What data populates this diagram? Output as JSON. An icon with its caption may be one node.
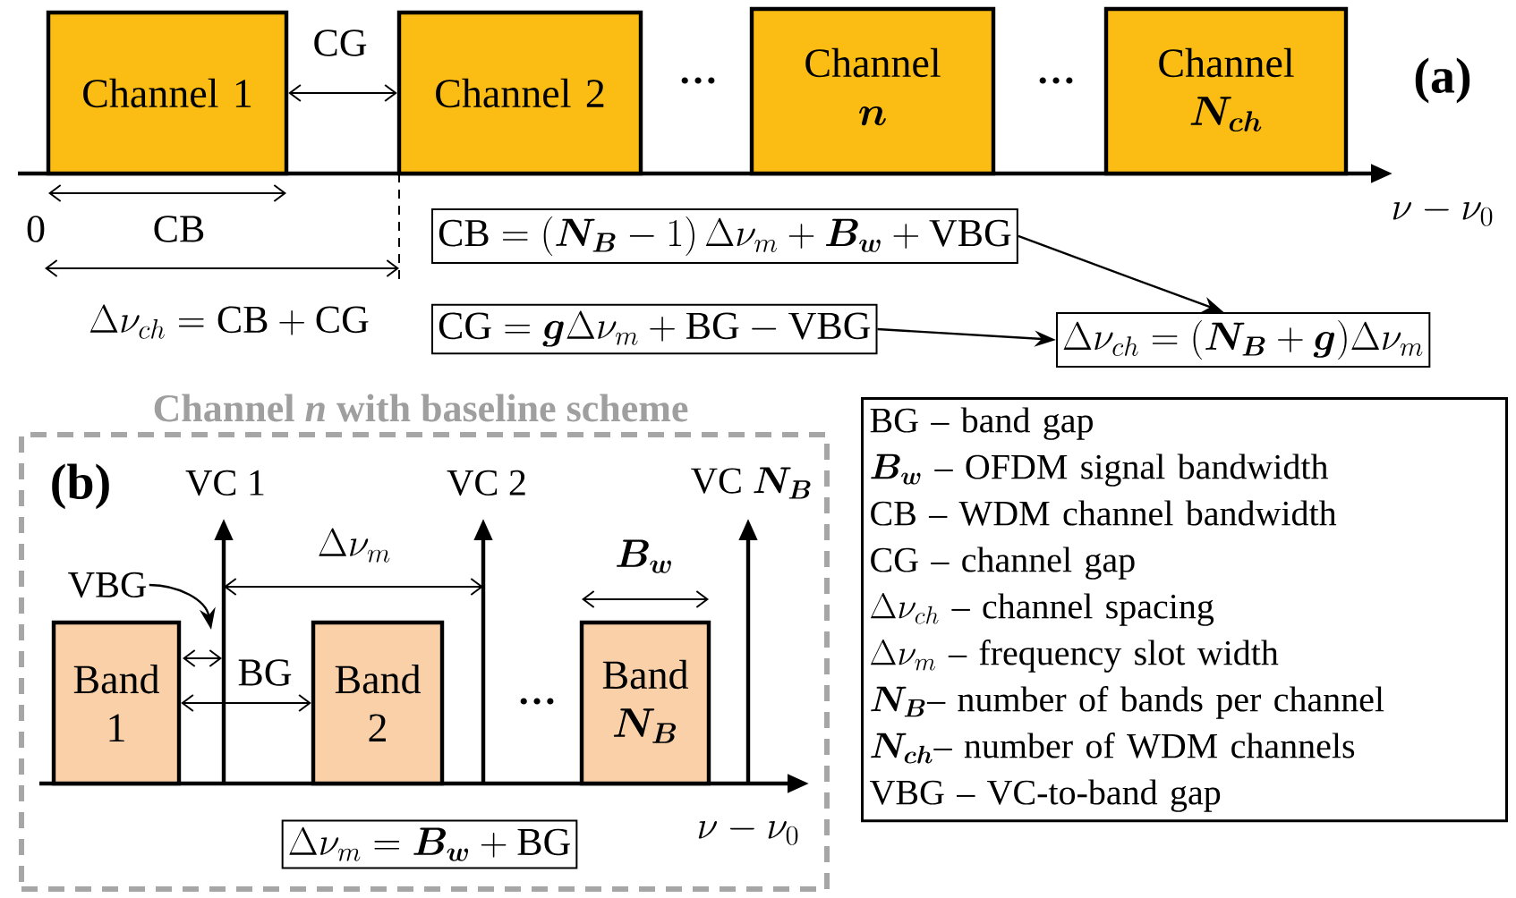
{
  "diagram": {
    "nodes": [
      {
        "text": [
          "Channel 1"
        ]
      },
      {
        "text": [
          "Channel 2"
        ]
      },
      {
        "text": [
          "\\begin{array}{c}\\text{Channel}\\\\ \\boldsymbol{n}\\end{array}"
        ]
      },
      {
        "text": [
          "\\begin{array}{c}\\text{Channel}\\\\ \\boldsymbol{N_{ch}}\\end{array}"
        ]
      },
      {
        "text": [
          "\\mathrm{CB}=\\left(\\boldsymbol{N_B}-1\\right)\\Delta\\nu_m+\\boldsymbol{B_w}+\\mathrm{VBG}"
        ]
      },
      {
        "text": [
          "\\mathrm{CG}=\\boldsymbol{g}\\Delta\\nu_m+\\mathrm{BG}-\\mathrm{VBG}"
        ]
      },
      {
        "text": [
          "\\Delta\\nu_{ch}=(\\boldsymbol{N_B}+\\boldsymbol{g})\\Delta\\nu_m"
        ]
      },
      {
        "text": [
          "Channel *n* with baseline scheme"
        ]
      },
      {
        "text": [
          "Band 1"
        ],
        "in": 7
      },
      {
        "text": [
          "Band 2"
        ],
        "in": 7
      },
      {
        "text": [
          "\\begin{array}{c}\\text{Band}\\\\ \\boldsymbol{N_B}\\end{array}"
        ],
        "in": 7
      },
      {
        "text": [
          "\\Delta\\nu_m=\\boldsymbol{B_w}+\\mathrm{BG}"
        ],
        "in": 7
      },
      {
        "text": [
          "BG – band gap",
          "\\boldsymbol{B_w}\\text{ – OFDM signal bandwidth}",
          "CB – WDM channel bandwidth",
          "CG – channel gap",
          "\\Delta\\nu_{ch}\\text{ – channel spacing}",
          "\\Delta\\nu_m\\text{ – frequency slot width}",
          "\\boldsymbol{N_B}\\text{– number of bands per channel}",
          "\\boldsymbol{N_{ch}}\\text{– number of WDM channels}",
          "VBG – VC-to-band gap"
        ]
      },
      {
        "text": [
          "VBG"
        ],
        "in": 7
      }
    ],
    "edges": [
      {
        "from": 4,
        "to": 6,
        "arrow": "to"
      },
      {
        "from": 5,
        "to": 6,
        "arrow": "to"
      },
      {
        "from": 13,
        "to": null,
        "arrow": "to"
      },
      {
        "from": 0,
        "to": 1,
        "arrow": "both",
        "label": "CG"
      },
      {
        "from": 8,
        "to": 9,
        "arrow": "both",
        "label": "BG"
      }
    ],
    "labels": [
      "…",
      "…",
      "(a)",
      "0",
      "CB",
      "\\nu-\\nu_0",
      "\\Delta\\nu_{ch}=\\mathrm{CB}+\\mathrm{CG}",
      "(b)",
      "VC 1",
      "VC 2",
      "\\text{VC }\\boldsymbol{N_B}",
      "\\Delta\\nu_m",
      "\\boldsymbol{B_w}",
      "…",
      "\\nu-\\nu_0"
    ]
  }
}
